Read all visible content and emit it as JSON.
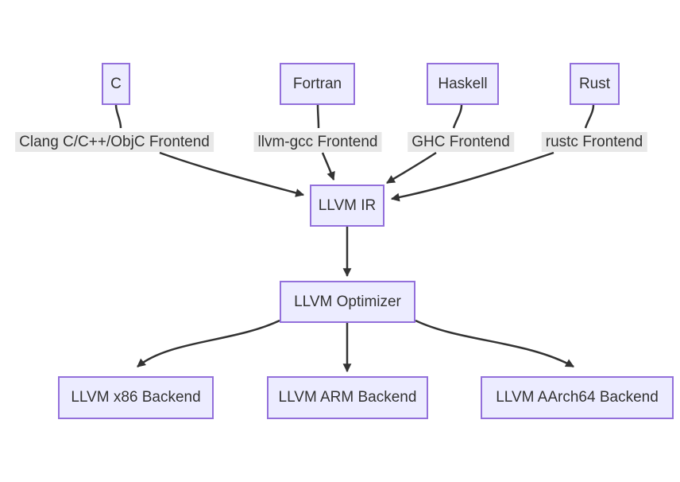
{
  "diagram": {
    "type": "flowchart",
    "nodes": {
      "c": "C",
      "fortran": "Fortran",
      "haskell": "Haskell",
      "rust": "Rust",
      "llvm_ir": "LLVM IR",
      "llvm_optimizer": "LLVM Optimizer",
      "x86_backend": "LLVM x86 Backend",
      "arm_backend": "LLVM ARM Backend",
      "aarch64_backend": "LLVM AArch64 Backend"
    },
    "edge_labels": {
      "clang": "Clang C/C++/ObjC Frontend",
      "llvm_gcc": "llvm-gcc Frontend",
      "ghc": "GHC Frontend",
      "rustc": "rustc Frontend"
    },
    "edges": [
      {
        "from": "c",
        "to": "llvm_ir",
        "label": "Clang C/C++/ObjC Frontend"
      },
      {
        "from": "fortran",
        "to": "llvm_ir",
        "label": "llvm-gcc Frontend"
      },
      {
        "from": "haskell",
        "to": "llvm_ir",
        "label": "GHC Frontend"
      },
      {
        "from": "rust",
        "to": "llvm_ir",
        "label": "rustc Frontend"
      },
      {
        "from": "llvm_ir",
        "to": "llvm_optimizer",
        "label": ""
      },
      {
        "from": "llvm_optimizer",
        "to": "x86_backend",
        "label": ""
      },
      {
        "from": "llvm_optimizer",
        "to": "arm_backend",
        "label": ""
      },
      {
        "from": "llvm_optimizer",
        "to": "aarch64_backend",
        "label": ""
      }
    ],
    "colors": {
      "node_fill": "#ECECFF",
      "node_border": "#9370DB",
      "edge_stroke": "#333333",
      "edge_label_bg": "#e8e8e8",
      "text": "#333333",
      "background": "#ffffff"
    }
  }
}
